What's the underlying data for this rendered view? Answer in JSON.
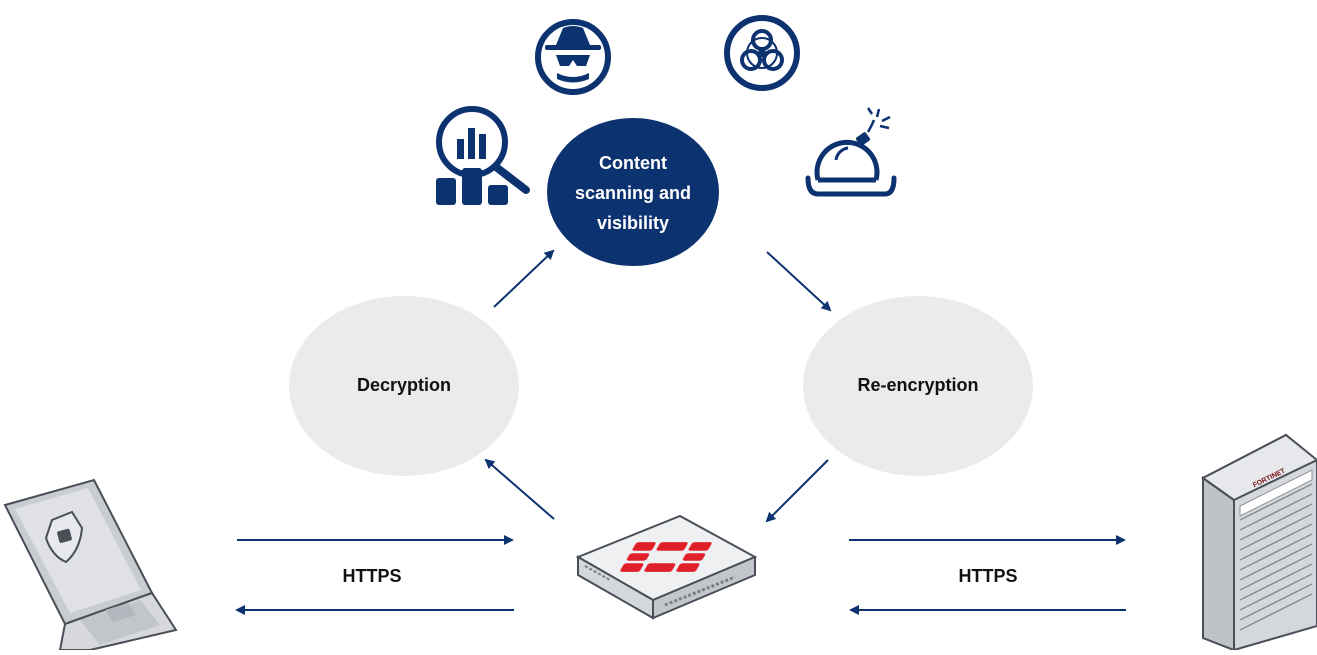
{
  "diagram": {
    "center": {
      "line1": "Content",
      "line2": "scanning and",
      "line3": "visibility"
    },
    "left_stage": "Decryption",
    "right_stage": "Re-encryption",
    "left_protocol": "HTTPS",
    "right_protocol": "HTTPS",
    "firewall_brand": "FORTINET",
    "colors": {
      "navy": "#0c3270",
      "light_gray": "#ebebee",
      "brand_red": "#e0202a",
      "device_gray": "#c9ccd1"
    },
    "icons": [
      "analytics-search-icon",
      "spy-hacker-icon",
      "biohazard-icon",
      "bomb-exploit-icon",
      "laptop-shield-icon",
      "firewall-appliance-icon",
      "server-rack-icon"
    ]
  }
}
